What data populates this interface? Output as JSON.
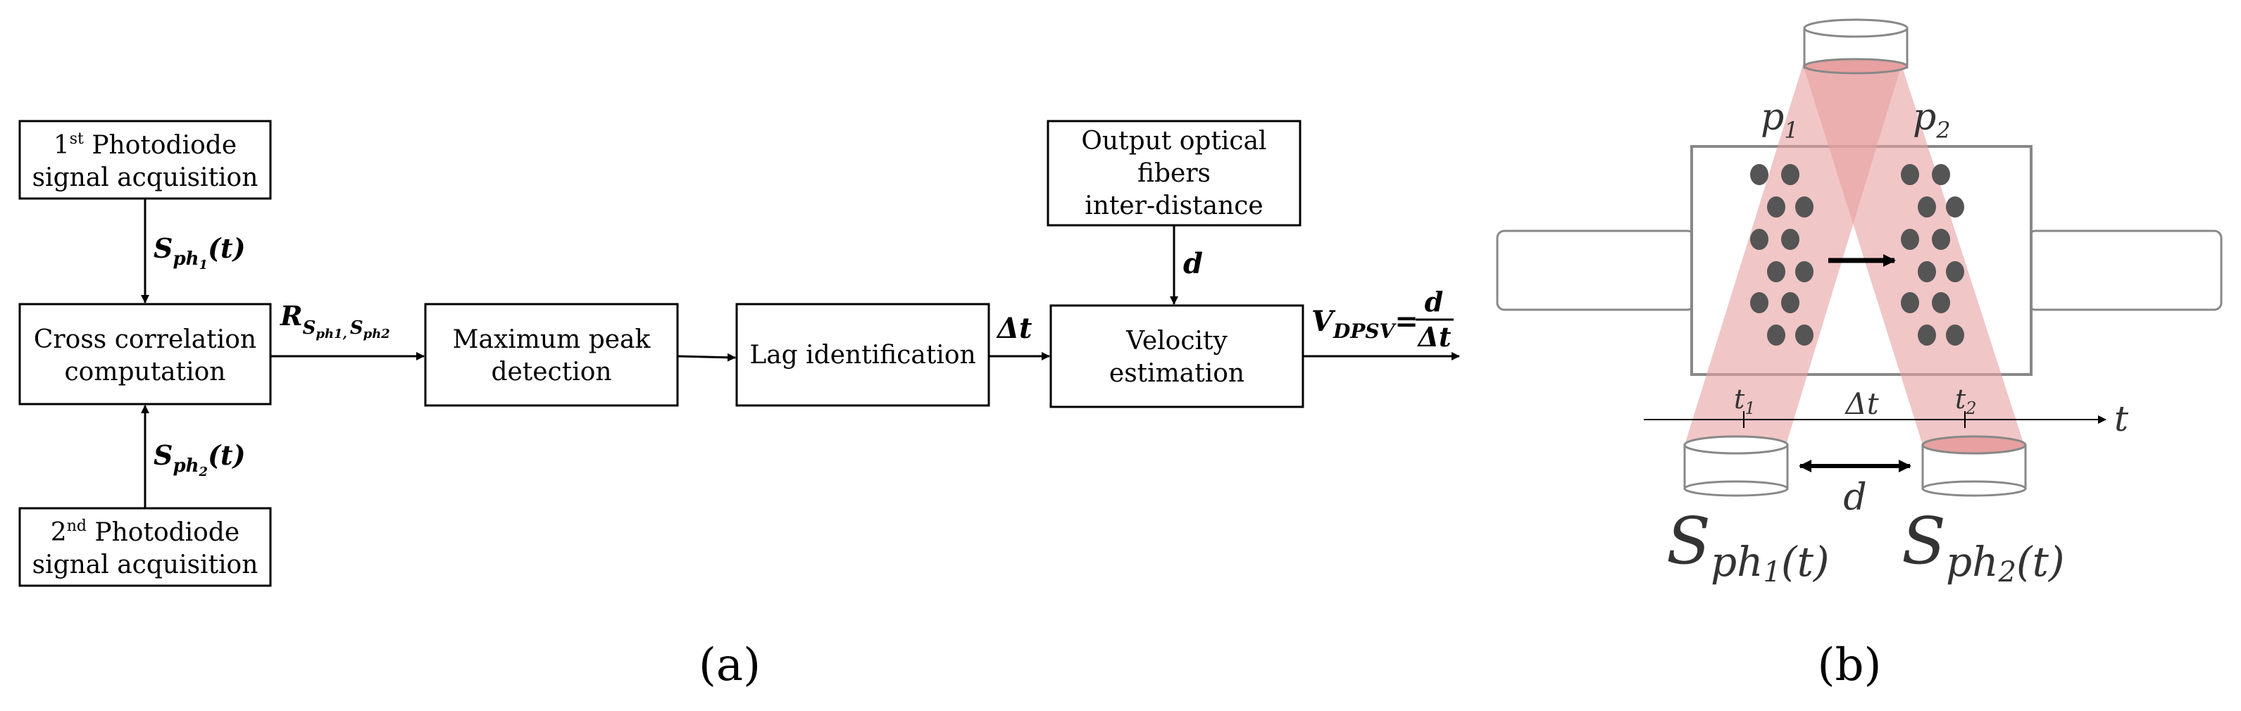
{
  "panel_a": {
    "caption": "(a)",
    "box_ph1": {
      "line1_pre": "1",
      "line1_sup": "st",
      "line1_post": " Photodiode",
      "line2": "signal acquisition"
    },
    "box_ph2": {
      "line1_pre": "2",
      "line1_sup": "nd",
      "line1_post": " Photodiode",
      "line2": "signal acquisition"
    },
    "box_cross": {
      "line1": "Cross correlation",
      "line2": "computation"
    },
    "box_peak": {
      "line1": "Maximum peak",
      "line2": "detection"
    },
    "box_lag": {
      "line1": "Lag identification"
    },
    "box_fibers": {
      "line1": "Output optical",
      "line2": "fibers",
      "line3": "inter-distance"
    },
    "box_velocity": {
      "line1": "Velocity",
      "line2": "estimation"
    },
    "label_sph1": {
      "base": "S",
      "sub": "ph",
      "subsub": "1",
      "arg": "(t)"
    },
    "label_sph2": {
      "base": "S",
      "sub": "ph",
      "subsub": "2",
      "arg": "(t)"
    },
    "label_r": {
      "base": "R",
      "sub1": "S",
      "sub1sub": "ph1,",
      "sub2": "S",
      "sub2sub": "ph2"
    },
    "label_d": "d",
    "label_dt": "Δt",
    "label_v": {
      "base": "V",
      "sub": "DPSV",
      "eq": "=",
      "num": "d",
      "den": "Δt"
    }
  },
  "panel_b": {
    "caption": "(b)",
    "p1": {
      "base": "p",
      "sub": "1"
    },
    "p2": {
      "base": "p",
      "sub": "2"
    },
    "t1": {
      "base": "t",
      "sub": "1"
    },
    "t2": {
      "base": "t",
      "sub": "2"
    },
    "dt": "Δt",
    "t_axis": "t",
    "d": "d",
    "s1": {
      "base": "S",
      "sub": "ph",
      "subsub": "1",
      "arg": "(t)"
    },
    "s2": {
      "base": "S",
      "sub": "ph",
      "subsub": "2",
      "arg": "(t)"
    },
    "beam_color": "#e8a0a0",
    "particle_color": "#555555"
  }
}
